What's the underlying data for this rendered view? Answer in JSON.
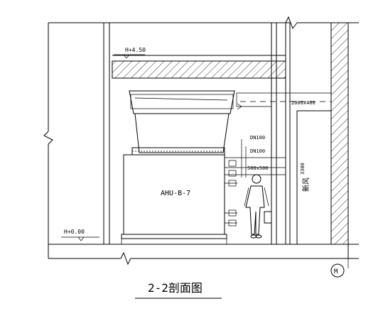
{
  "drawing": {
    "elevation_top": "H+4.50",
    "elevation_floor": "H+0.00",
    "unit_label": "AHU-B-7",
    "pipe_1": "DN100",
    "pipe_2": "DN100",
    "duct_size_small": "500x500",
    "duct_size_fresh": "2000x400",
    "height_dim": "3300",
    "fresh_air_label": "新风",
    "axis_label": "M",
    "title": "2-2剖面图"
  }
}
